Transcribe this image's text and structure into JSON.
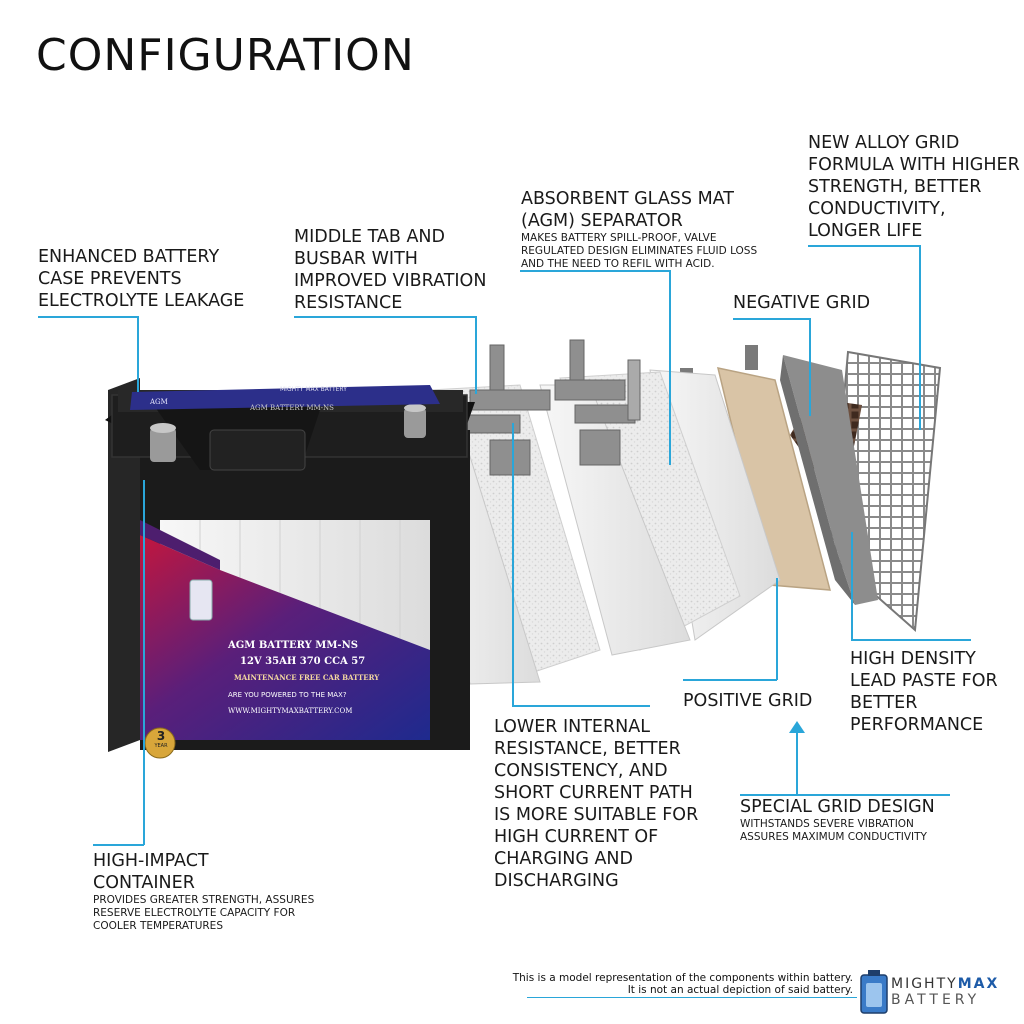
{
  "title": "CONFIGURATION",
  "callouts": {
    "case": {
      "label": "ENHANCED BATTERY CASE PREVENTS ELECTROLYTE LEAKAGE"
    },
    "tab": {
      "label": "MIDDLE TAB AND BUSBAR WITH IMPROVED VIBRATION RESISTANCE"
    },
    "agm": {
      "label": "ABSORBENT GLASS MAT (AGM) SEPARATOR",
      "sub": "MAKES BATTERY SPILL-PROOF, VALVE REGULATED DESIGN ELIMINATES FLUID LOSS AND THE NEED TO REFIL WITH ACID."
    },
    "alloy": {
      "label": "NEW ALLOY GRID FORMULA WITH HIGHER STRENGTH, BETTER CONDUCTIVITY, LONGER LIFE"
    },
    "negative": {
      "label": "NEGATIVE GRID"
    },
    "paste": {
      "label": "HIGH DENSITY LEAD PASTE FOR BETTER PERFORMANCE"
    },
    "positive": {
      "label": "POSITIVE GRID"
    },
    "special": {
      "label": "SPECIAL GRID DESIGN",
      "sub": "WITHSTANDS SEVERE VIBRATION ASSURES MAXIMUM CONDUCTIVITY"
    },
    "resistance": {
      "label": "LOWER INTERNAL RESISTANCE, BETTER CONSISTENCY, AND SHORT CURRENT PATH IS MORE SUITABLE FOR HIGH CURRENT OF CHARGING AND DISCHARGING"
    },
    "container": {
      "label": "HIGH-IMPACT CONTAINER",
      "sub": "PROVIDES GREATER STRENGTH, ASSURES RESERVE ELECTROLYTE CAPACITY FOR COOLER TEMPERATURES"
    }
  },
  "battery_label": {
    "model": "AGM BATTERY MM-NS",
    "spec": "12V 35AH 370 CCA 57",
    "tagline": "MAINTENANCE FREE CAR BATTERY",
    "slogan": "ARE YOU POWERED TO THE MAX?",
    "site": "WWW.MIGHTYMAXBATTERY.COM",
    "badge_num": "3",
    "badge_txt": "YEAR",
    "top_text": "AGM BATTERY MM-NS",
    "top_brand": "MIGHTY MAX BATTERY",
    "top_agm": "AGM"
  },
  "footer": {
    "line1": "This is a model representation of the components within battery.",
    "line2": "It is not an actual depiction of said battery.",
    "brand_a": "MIGHTY",
    "brand_b": "MAX",
    "brand_c": "BATTERY"
  },
  "colors": {
    "accent": "#2aa6d9",
    "case": "#1b1b1b",
    "label_blue": "#2a2a8a",
    "label_red": "#b0133a"
  }
}
